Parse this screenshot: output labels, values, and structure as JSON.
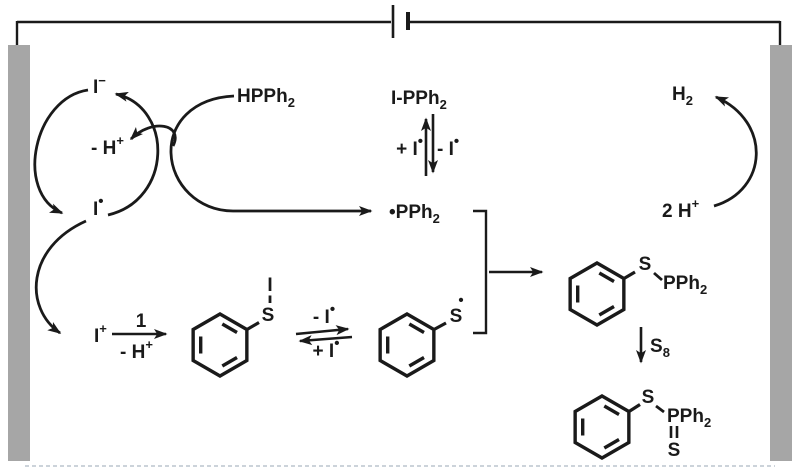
{
  "figure": {
    "type": "electrochemical-reaction-mechanism",
    "ink_color": "#1a1a1a",
    "electrode_color": "#a6a6a6",
    "bottom_border_color": "#ccd3da"
  },
  "species": {
    "iodide": {
      "base": "I",
      "sup": "−"
    },
    "deprotonation": {
      "base": "- H",
      "sup": "+"
    },
    "iodine_radical": {
      "base": "I",
      "sup": "•"
    },
    "hpph2": {
      "base": "HPPh",
      "sub": "2"
    },
    "i_pph2": {
      "base": "I-PPh",
      "sub": "2"
    },
    "plus_iodine_radical": {
      "base": "+ I",
      "sup": "•"
    },
    "minus_iodine_radical": {
      "base": "- I",
      "sup": "•"
    },
    "pph2_radical": {
      "base": "•PPh",
      "sub": "2"
    },
    "h2": {
      "base": "H",
      "sub": "2"
    },
    "two_h_plus": {
      "base": "2 H",
      "sup": "+"
    },
    "i_plus": {
      "base": "I",
      "sup": "+"
    },
    "step_label": "1",
    "minus_h_plus": {
      "base": "- H",
      "sup": "+"
    },
    "eq_minus_iodine": {
      "base": "- I",
      "sup": "•"
    },
    "eq_plus_iodine": {
      "base": "+ I",
      "sup": "•"
    },
    "sulfur": "S",
    "iodine": "I",
    "radical_dot": "•",
    "pph2": {
      "base": "PPh",
      "sub": "2"
    },
    "s8": {
      "base": "S",
      "sub": "8"
    },
    "thiophosphoryl_sulfur": "S"
  }
}
